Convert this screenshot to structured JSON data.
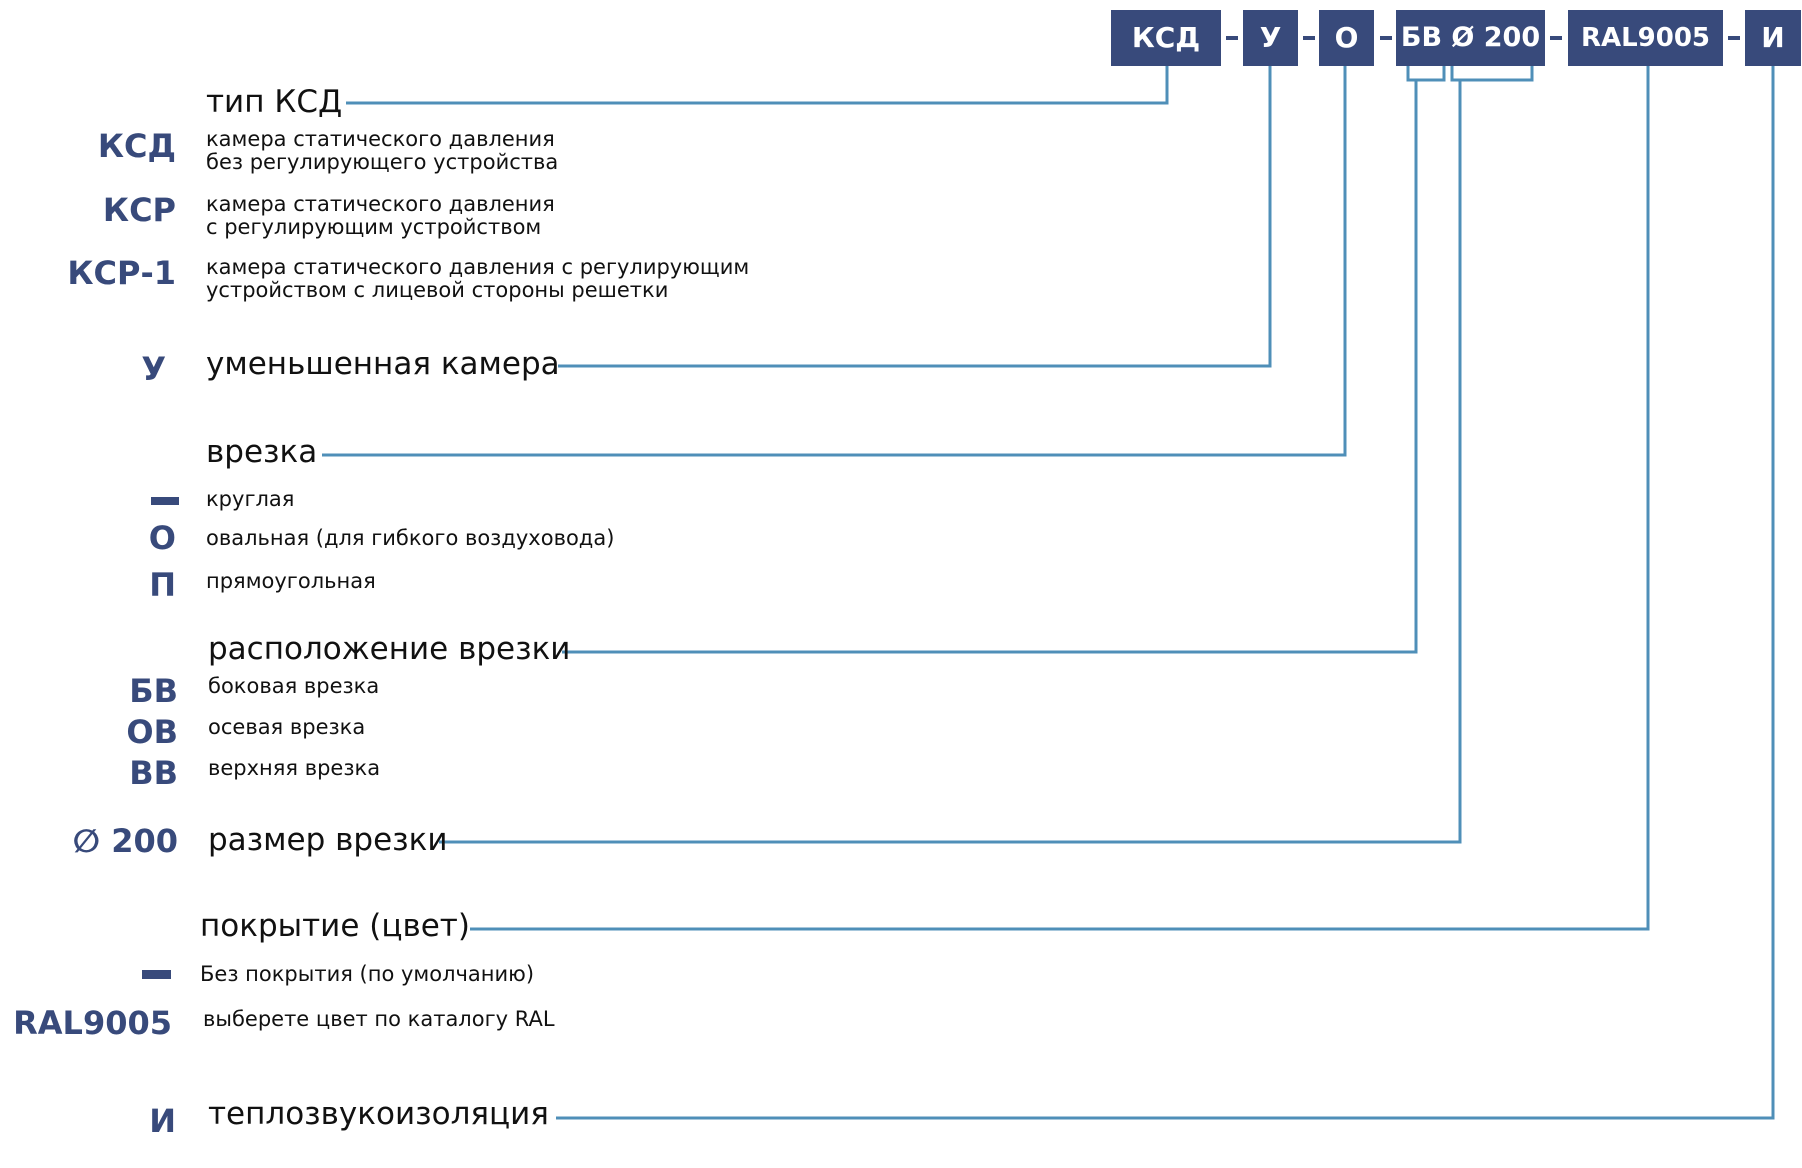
{
  "code_boxes": [
    "КСД",
    "У",
    "О",
    "БВ Ø 200",
    "RAL9005",
    "И"
  ],
  "sections": {
    "type": {
      "heading": "тип КСД",
      "options": [
        {
          "code": "КСД",
          "lines": [
            "камера статического давления",
            "без регулирующего устройства"
          ]
        },
        {
          "code": "КСР",
          "lines": [
            "камера статического давления",
            "с регулирующим устройством"
          ]
        },
        {
          "code": "КСР-1",
          "lines": [
            "камера статического давления с регулирующим",
            "устройством с лицевой стороны решетки"
          ]
        }
      ]
    },
    "reduced": {
      "code": "У",
      "heading": "уменьшенная камера"
    },
    "cutin": {
      "heading": "врезка",
      "options": [
        {
          "symbol": "dash",
          "text": "круглая"
        },
        {
          "code": "О",
          "text": "овальная (для гибкого воздуховода)"
        },
        {
          "code": "П",
          "text": "прямоугольная"
        }
      ]
    },
    "position": {
      "heading": "расположение врезки",
      "options": [
        {
          "code": "БВ",
          "text": "боковая врезка"
        },
        {
          "code": "ОВ",
          "text": "осевая врезка"
        },
        {
          "code": "ВВ",
          "text": "верхняя врезка"
        }
      ]
    },
    "size": {
      "code": "∅ 200",
      "heading": "размер врезки"
    },
    "coating": {
      "heading": "покрытие (цвет)",
      "options": [
        {
          "symbol": "dash",
          "text": "Без покрытия (по умолчанию)"
        },
        {
          "code": "RAL9005",
          "text": "выберете цвет по каталогу RAL"
        }
      ]
    },
    "insulation": {
      "code": "И",
      "heading": "теплозвукоизоляция"
    }
  },
  "colors": {
    "accent": "#384a7b",
    "line": "#4f8fb8",
    "text": "#111111"
  }
}
